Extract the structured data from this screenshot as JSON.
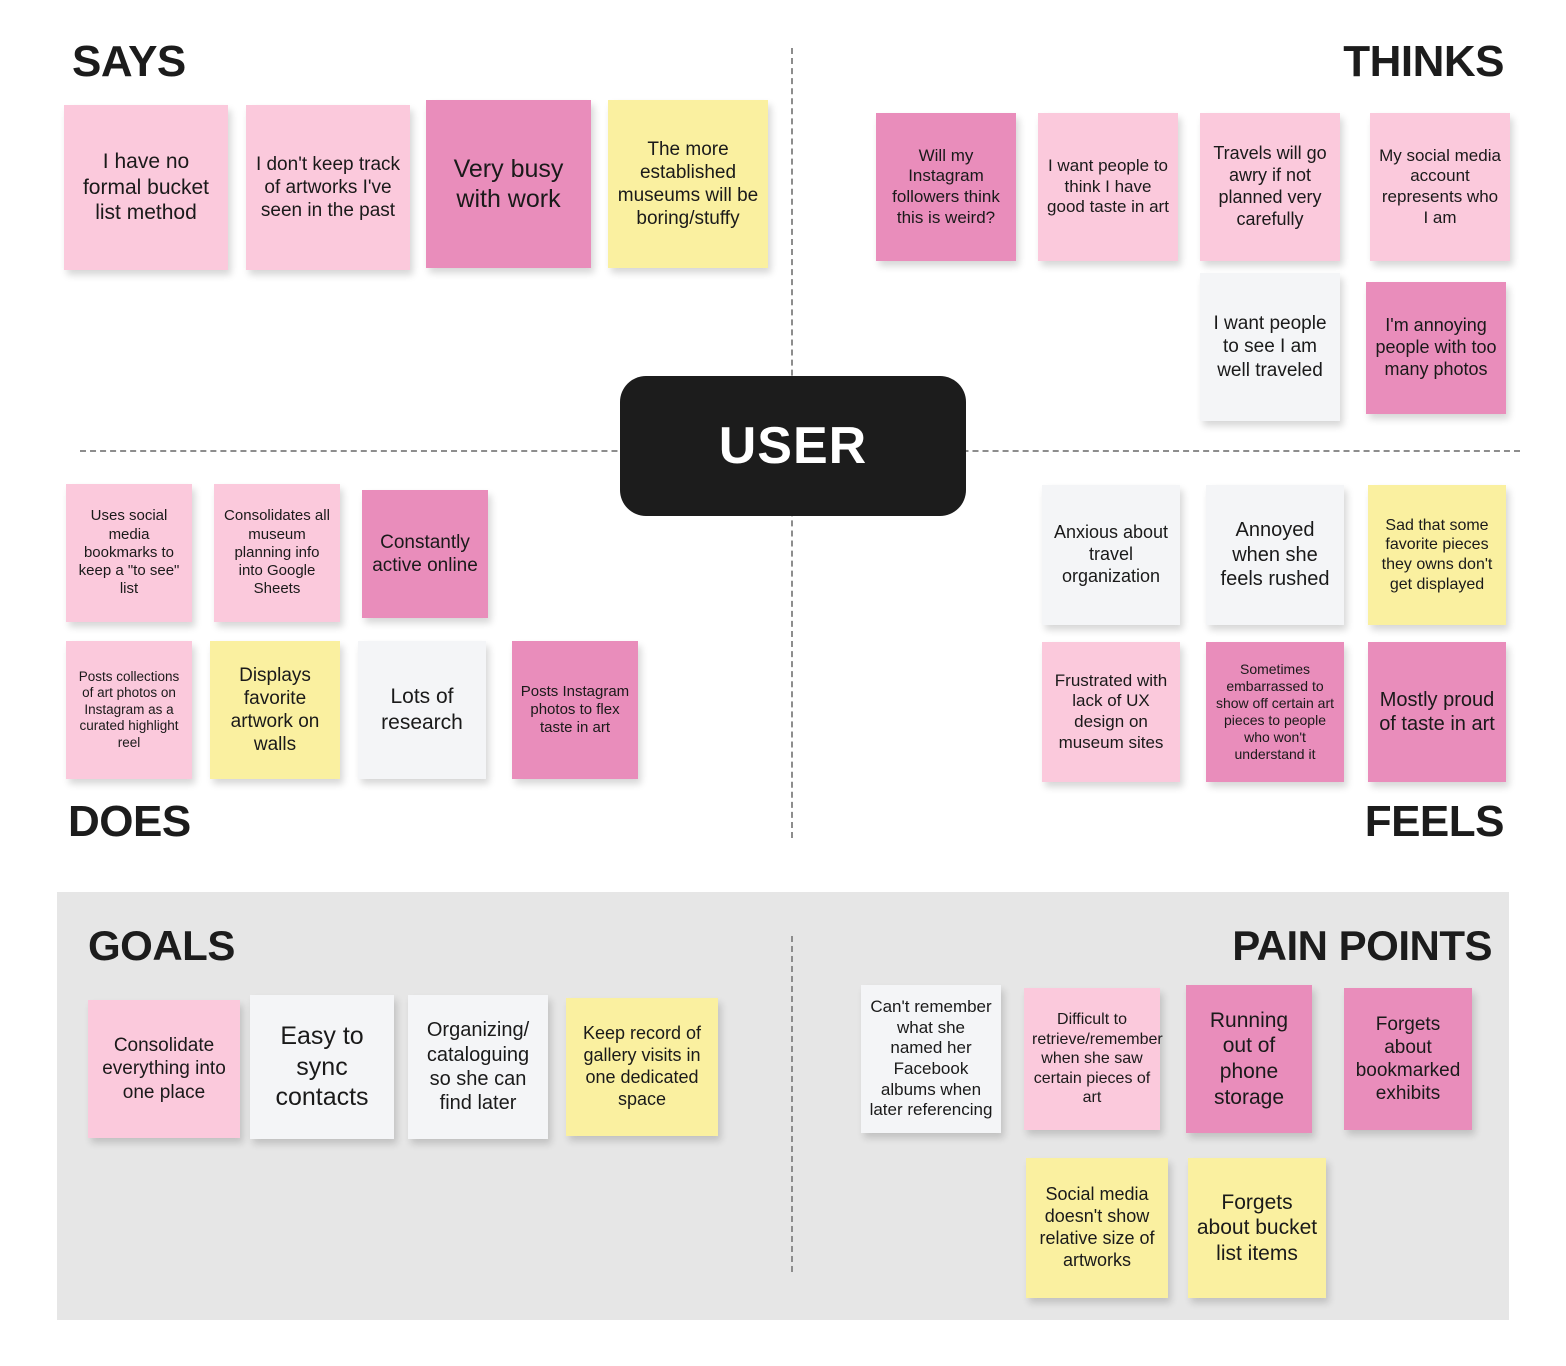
{
  "board": {
    "center_label": "USER",
    "colors": {
      "pink_light": "#fbc9dc",
      "pink_dark": "#e98dbb",
      "yellow": "#faf0a0",
      "white": "#f4f5f7",
      "panel_gray": "#e6e6e6",
      "ink": "#1c1c1c"
    }
  },
  "quadrants": {
    "says": {
      "title": "SAYS",
      "notes": [
        {
          "text": "I have no formal bucket list method",
          "color": "pink-light"
        },
        {
          "text": "I don't keep track of artworks I've seen in the past",
          "color": "pink-light"
        },
        {
          "text": "Very busy with work",
          "color": "pink-dark"
        },
        {
          "text": "The more established museums will be boring/stuffy",
          "color": "yellow"
        }
      ]
    },
    "thinks": {
      "title": "THINKS",
      "notes": [
        {
          "text": "Will my Instagram followers think this is weird?",
          "color": "pink-dark"
        },
        {
          "text": "I want people to think I have good taste in art",
          "color": "pink-light"
        },
        {
          "text": "Travels will go awry if not planned very carefully",
          "color": "pink-light"
        },
        {
          "text": "My social media account represents who I am",
          "color": "pink-light"
        },
        {
          "text": "I want people to see I am well traveled",
          "color": "white"
        },
        {
          "text": "I'm annoying people with too many photos",
          "color": "pink-dark"
        }
      ]
    },
    "does": {
      "title": "DOES",
      "notes": [
        {
          "text": "Uses social media bookmarks to keep a \"to see\" list",
          "color": "pink-light"
        },
        {
          "text": "Consolidates all museum planning info into Google Sheets",
          "color": "pink-light"
        },
        {
          "text": "Constantly active online",
          "color": "pink-dark"
        },
        {
          "text": "Posts collections of art photos on Instagram as a curated highlight reel",
          "color": "pink-light"
        },
        {
          "text": "Displays favorite artwork on walls",
          "color": "yellow"
        },
        {
          "text": "Lots of research",
          "color": "white"
        },
        {
          "text": "Posts Instagram photos to flex taste in art",
          "color": "pink-dark"
        }
      ]
    },
    "feels": {
      "title": "FEELS",
      "notes": [
        {
          "text": "Anxious about travel organization",
          "color": "white"
        },
        {
          "text": "Annoyed when she feels rushed",
          "color": "white"
        },
        {
          "text": "Sad that some favorite pieces they owns don't get displayed",
          "color": "yellow"
        },
        {
          "text": "Frustrated with lack of UX design on museum sites",
          "color": "pink-light"
        },
        {
          "text": "Sometimes embarrassed to show off certain art pieces to people who won't understand it",
          "color": "pink-dark"
        },
        {
          "text": "Mostly proud of taste in art",
          "color": "pink-dark"
        }
      ]
    }
  },
  "panels": {
    "goals": {
      "title": "GOALS",
      "notes": [
        {
          "text": "Consolidate everything into one place",
          "color": "pink-light"
        },
        {
          "text": "Easy to sync contacts",
          "color": "white"
        },
        {
          "text": "Organizing/ cataloguing so she can find later",
          "color": "white"
        },
        {
          "text": "Keep record of gallery visits in one dedicated space",
          "color": "yellow"
        }
      ]
    },
    "pain_points": {
      "title": "PAIN POINTS",
      "notes": [
        {
          "text": "Can't remember what she named her Facebook albums when later referencing",
          "color": "white"
        },
        {
          "text": "Difficult to retrieve/remember when she saw certain pieces of art",
          "color": "pink-light"
        },
        {
          "text": "Running out of phone storage",
          "color": "pink-dark"
        },
        {
          "text": "Forgets about bookmarked exhibits",
          "color": "pink-dark"
        },
        {
          "text": "Social media doesn't show relative size of artworks",
          "color": "yellow"
        },
        {
          "text": "Forgets about bucket list items",
          "color": "yellow"
        }
      ]
    }
  }
}
